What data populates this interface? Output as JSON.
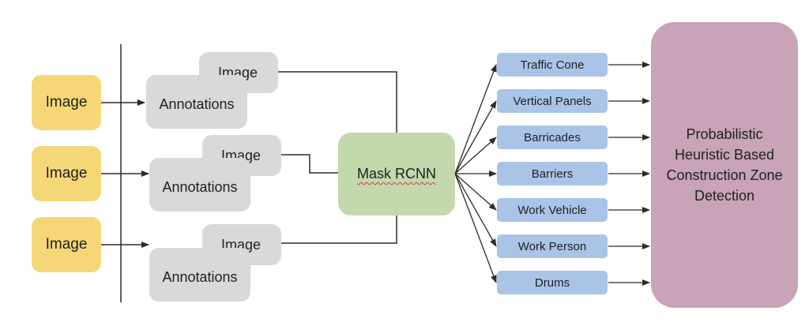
{
  "inputs": [
    {
      "image_label": "Image",
      "stack_image_label": "Image",
      "stack_annotations_label": "Annotations"
    },
    {
      "image_label": "Image",
      "stack_image_label": "Image",
      "stack_annotations_label": "Annotations"
    },
    {
      "image_label": "Image",
      "stack_image_label": "Image",
      "stack_annotations_label": "Annotations"
    }
  ],
  "model": {
    "label": "Mask RCNN"
  },
  "classes": [
    "Traffic Cone",
    "Vertical Panels",
    "Barricades",
    "Barriers",
    "Work Vehicle",
    "Work Person",
    "Drums"
  ],
  "detector": {
    "label": "Probabilistic Heuristic Based Construction Zone Detection"
  },
  "colors": {
    "image_box": "#f6d777",
    "data_card": "#d9d9d9",
    "model_box": "#c3d8ad",
    "class_box": "#aac4e8",
    "detector_box": "#c9a3b8",
    "line": "#2b2b2b"
  }
}
